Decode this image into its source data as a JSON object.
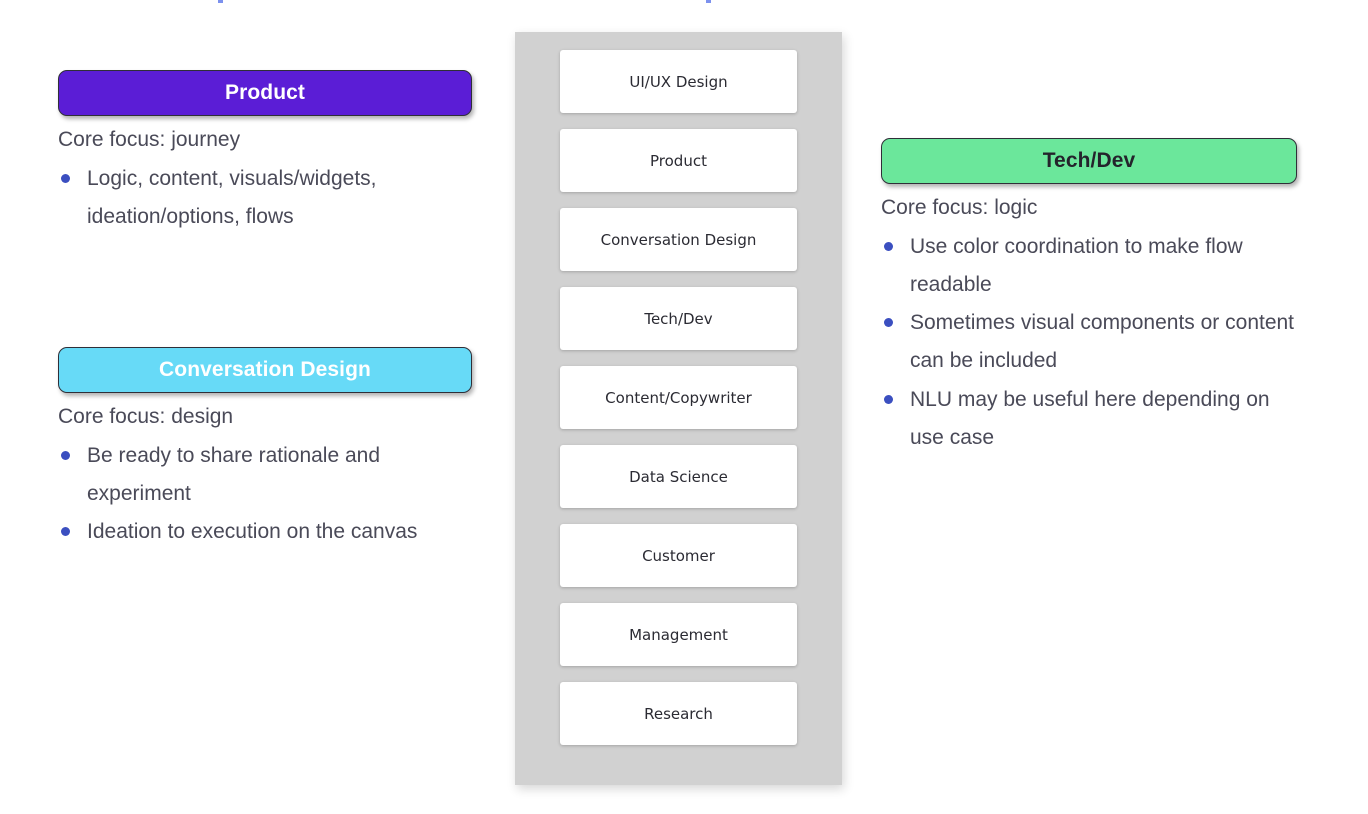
{
  "colors": {
    "product_accent": "#5B1DD6",
    "conversation_design_accent": "#67DAF7",
    "techdev_accent": "#6BE79B",
    "roles_container_bg": "#D1D1D1",
    "bullet_dot": "#3B4FC0",
    "body_text": "#4A4A58"
  },
  "panels": [
    {
      "id": "product",
      "title": "Product",
      "core_focus": "Core focus: journey",
      "bullets": [
        "Logic, content, visuals/widgets, ideation/options, flows"
      ]
    },
    {
      "id": "conversation-design",
      "title": "Conversation Design",
      "core_focus": "Core focus: design",
      "bullets": [
        "Be ready to share rationale and experiment",
        "Ideation to execution on the canvas"
      ]
    },
    {
      "id": "techdev",
      "title": "Tech/Dev",
      "core_focus": "Core focus: logic",
      "bullets": [
        "Use color coordination to make flow readable",
        "Sometimes visual components or content can be included",
        "NLU may be useful here depending on use case"
      ]
    }
  ],
  "roles": [
    {
      "label": "UI/UX Design"
    },
    {
      "label": "Product"
    },
    {
      "label": "Conversation Design"
    },
    {
      "label": "Tech/Dev"
    },
    {
      "label": "Content/Copywriter"
    },
    {
      "label": "Data Science"
    },
    {
      "label": "Customer"
    },
    {
      "label": "Management"
    },
    {
      "label": "Research"
    }
  ]
}
